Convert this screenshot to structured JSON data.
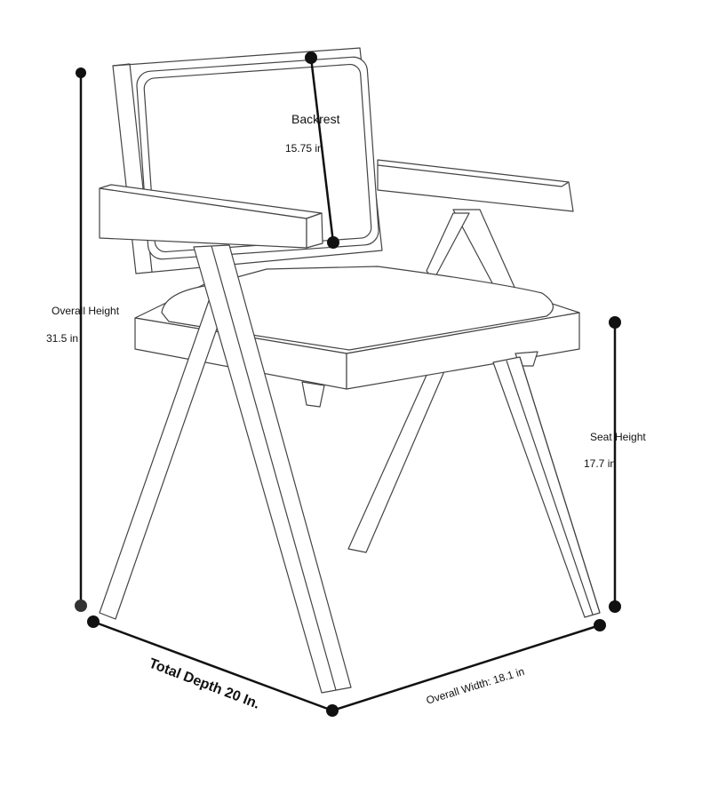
{
  "dimensions": {
    "overall_height": {
      "label": "Overall Height",
      "value": "31.5 in"
    },
    "backrest": {
      "label": "Backrest",
      "value": "15.75 in"
    },
    "seat_height": {
      "label": "Seat Height",
      "value": "17.7 in"
    },
    "total_depth": {
      "label": "Total Depth 20 In."
    },
    "overall_width": {
      "label": "Overall Width: 18.1 in"
    }
  },
  "colors": {
    "line": "#111111",
    "outline": "#444444"
  }
}
